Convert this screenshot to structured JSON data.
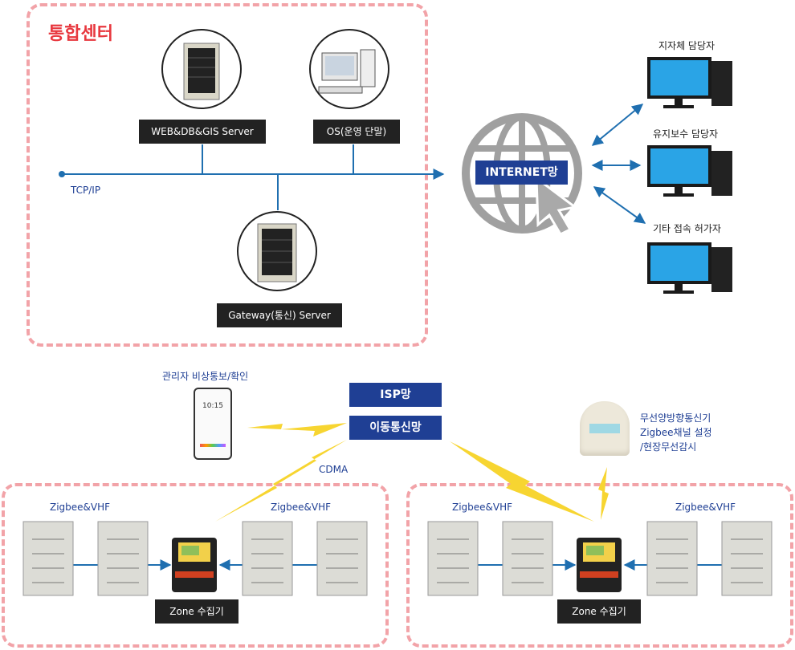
{
  "center": {
    "title": "통합센터",
    "web_server": "WEB&DB&GIS Server",
    "os_terminal": "OS(운영 단말)",
    "gateway_server": "Gateway(통신) Server",
    "network": "TCP/IP"
  },
  "internet": {
    "label": "INTERNET망"
  },
  "users": [
    {
      "label": "지자체 담당자"
    },
    {
      "label": "유지보수 담당자"
    },
    {
      "label": "기타 접속 허가자"
    }
  ],
  "mobile": {
    "label": "관리자 비상통보/확인",
    "screen_time": "10:15"
  },
  "isp": {
    "label": "ISP망"
  },
  "mobile_net": {
    "label": "이동통신망"
  },
  "cdma": {
    "label": "CDMA"
  },
  "radio": {
    "lines": [
      "무선양방향통신기",
      "Zigbee채널 설정",
      "/현장무선감시"
    ]
  },
  "zones": [
    {
      "left_label": "Zigbee&VHF",
      "right_label": "Zigbee&VHF",
      "collector": "Zone 수집기"
    },
    {
      "left_label": "Zigbee&VHF",
      "right_label": "Zigbee&VHF",
      "collector": "Zone 수집기"
    }
  ],
  "colors": {
    "zone_border": "#f2a3a8",
    "accent_blue": "#1f3f94",
    "lightning": "#f7d531",
    "title_red": "#e8383f"
  }
}
